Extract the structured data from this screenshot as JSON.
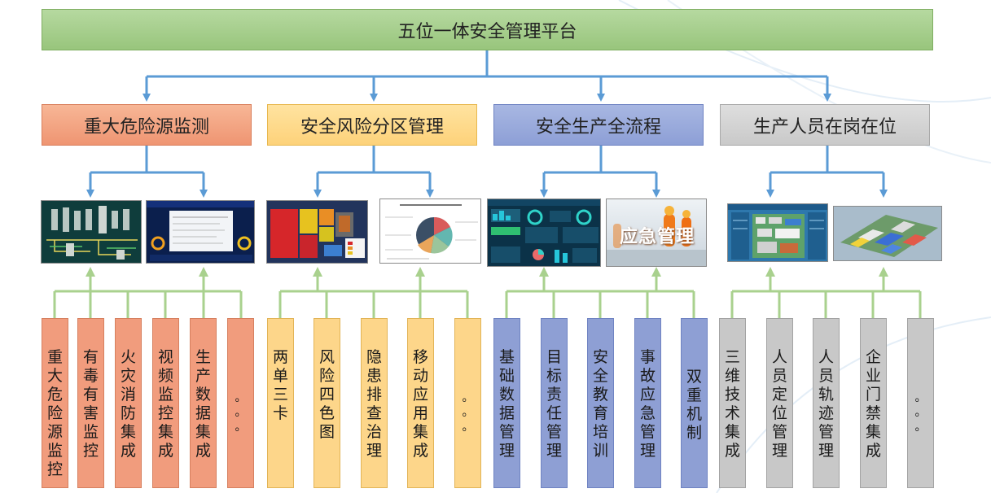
{
  "platform": {
    "title": "五位一体安全管理平台"
  },
  "colors": {
    "connector_blue": "#5b9bd5",
    "connector_green": "#a9d18e"
  },
  "categories": [
    {
      "title": "重大危险源监测",
      "leaves": [
        {
          "chars": [
            "重",
            "大",
            "危",
            "险",
            "源",
            "监",
            "控"
          ]
        },
        {
          "chars": [
            "有",
            "毒",
            "有",
            "害",
            "监",
            "控"
          ]
        },
        {
          "chars": [
            "火",
            "灾",
            "消",
            "防",
            "集",
            "成"
          ]
        },
        {
          "chars": [
            "视",
            "频",
            "监",
            "控",
            "集",
            "成"
          ]
        },
        {
          "chars": [
            "生",
            "产",
            "数",
            "据",
            "集",
            "成"
          ]
        },
        {
          "chars": [
            "。",
            "。",
            "。"
          ]
        }
      ]
    },
    {
      "title": "安全风险分区管理",
      "leaves": [
        {
          "chars": [
            "两",
            "单",
            "三",
            "卡"
          ]
        },
        {
          "chars": [
            "风",
            "险",
            "四",
            "色",
            "图"
          ]
        },
        {
          "chars": [
            "隐",
            "患",
            "排",
            "查",
            "治",
            "理"
          ]
        },
        {
          "chars": [
            "移",
            "动",
            "应",
            "用",
            "集",
            "成"
          ]
        },
        {
          "chars": [
            "。",
            "。",
            "。"
          ]
        }
      ]
    },
    {
      "title": "安全生产全流程",
      "leaves": [
        {
          "chars": [
            "基",
            "础",
            "数",
            "据",
            "管",
            "理"
          ]
        },
        {
          "chars": [
            "目",
            "标",
            "责",
            "任",
            "管",
            "理"
          ]
        },
        {
          "chars": [
            "安",
            "全",
            "教",
            "育",
            "培",
            "训"
          ]
        },
        {
          "chars": [
            "事",
            "故",
            "应",
            "急",
            "管",
            "理"
          ]
        },
        {
          "chars": [
            "双",
            "重",
            "机",
            "制"
          ]
        }
      ]
    },
    {
      "title": "生产人员在岗在位",
      "leaves": [
        {
          "chars": [
            "三",
            "维",
            "技",
            "术",
            "集",
            "成"
          ]
        },
        {
          "chars": [
            "人",
            "员",
            "定",
            "位",
            "管",
            "理"
          ]
        },
        {
          "chars": [
            "人",
            "员",
            "轨",
            "迹",
            "管",
            "理"
          ]
        },
        {
          "chars": [
            "企",
            "业",
            "门",
            "禁",
            "集",
            "成"
          ]
        },
        {
          "chars": [
            "。",
            "。",
            "。"
          ]
        }
      ]
    }
  ],
  "thumbnails": {
    "emergency_text": "应急管理"
  }
}
